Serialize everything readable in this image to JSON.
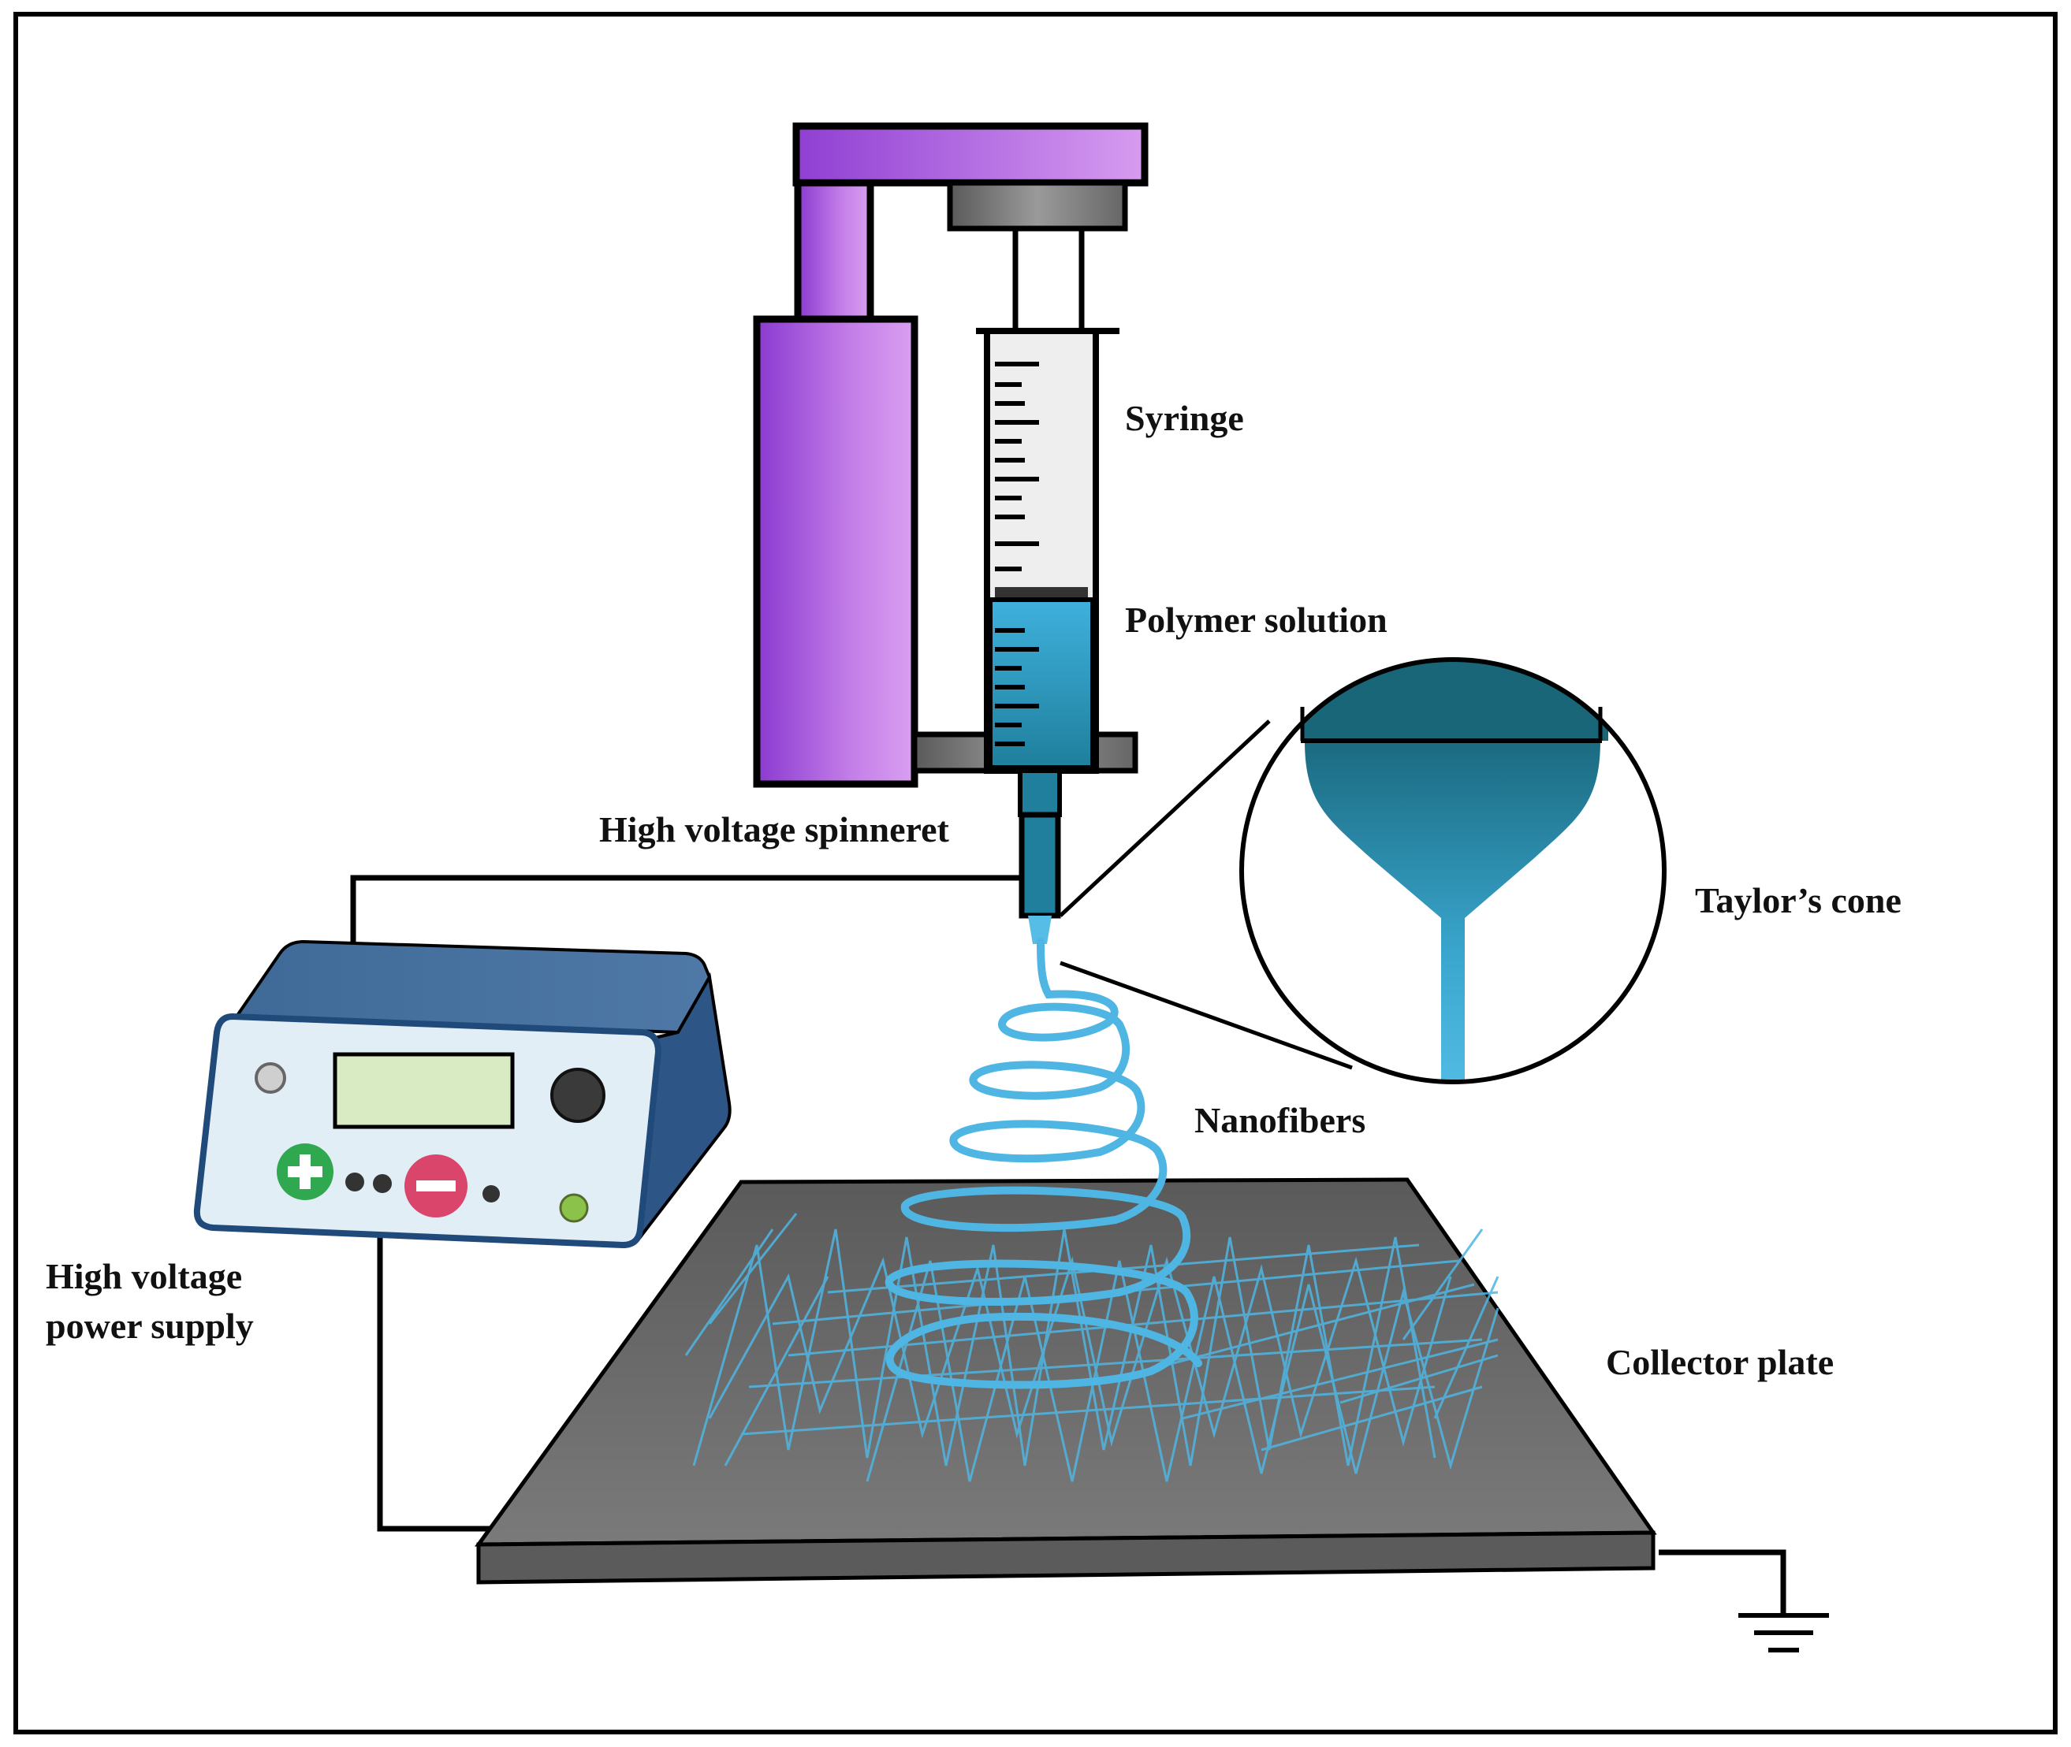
{
  "labels": {
    "syringe": "Syringe",
    "polymer_solution": "Polymer solution",
    "spinneret": "High voltage spinneret",
    "taylor_cone": "Taylor’s cone",
    "nanofibers": "Nanofibers",
    "power_supply_line1": "High voltage",
    "power_supply_line2": "power supply",
    "collector_plate": "Collector plate"
  },
  "colors": {
    "frame_purple": "#b35ee0",
    "polymer_blue": "#2fa2cf",
    "fiber_blue": "#4fb6e3",
    "plate_gray": "#555555",
    "device_navy": "#2e5a8a",
    "plus_green": "#2fa84f",
    "minus_red": "#d9456b"
  },
  "icons": {
    "plus_button": "plus-icon",
    "minus_button": "minus-icon",
    "ground": "ground-icon"
  }
}
